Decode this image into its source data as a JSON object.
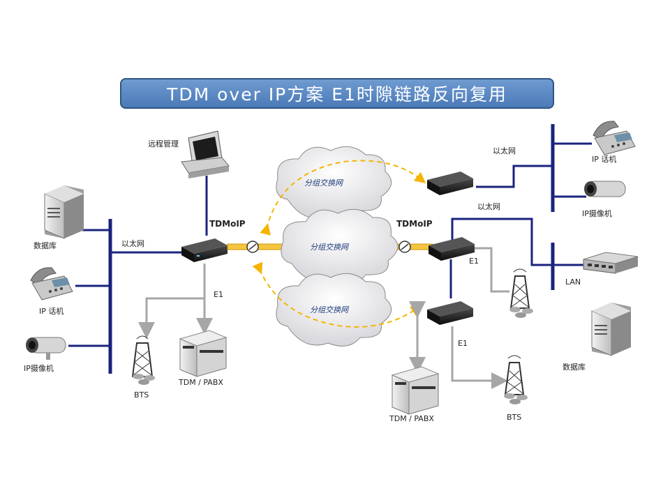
{
  "title": "TDM over IP方案 E1时隙链路反向复用",
  "labels": {
    "remote_mgmt": "远程管理",
    "database_left": "数据库",
    "ethernet_left": "以太网",
    "ip_phone_left": "IP 话机",
    "ip_camera_left": "IP摄像机",
    "tdmoip_left": "TDMoIP",
    "e1_left": "E1",
    "bts_left": "BTS",
    "pabx_left": "TDM / PABX",
    "tdmoip_right": "TDMoIP",
    "e1_right_top": "E1",
    "e1_right_bottom": "E1",
    "ethernet_right_top": "以太网",
    "ethernet_right_mid": "以太网",
    "ip_phone_right": "IP 话机",
    "ip_camera_right": "IP摄像机",
    "lan": "LAN",
    "database_right": "数据库",
    "bts_right": "BTS",
    "pabx_right": "TDM / PABX"
  },
  "clouds": {
    "top": "分组交换网",
    "middle": "分组交换网",
    "bottom": "分组交换网"
  },
  "colors": {
    "ethernet_line": "#1a237e",
    "e1_line": "#a6a6a6",
    "tunnel": "#f5b400",
    "title_bg": "#5a87c2"
  }
}
